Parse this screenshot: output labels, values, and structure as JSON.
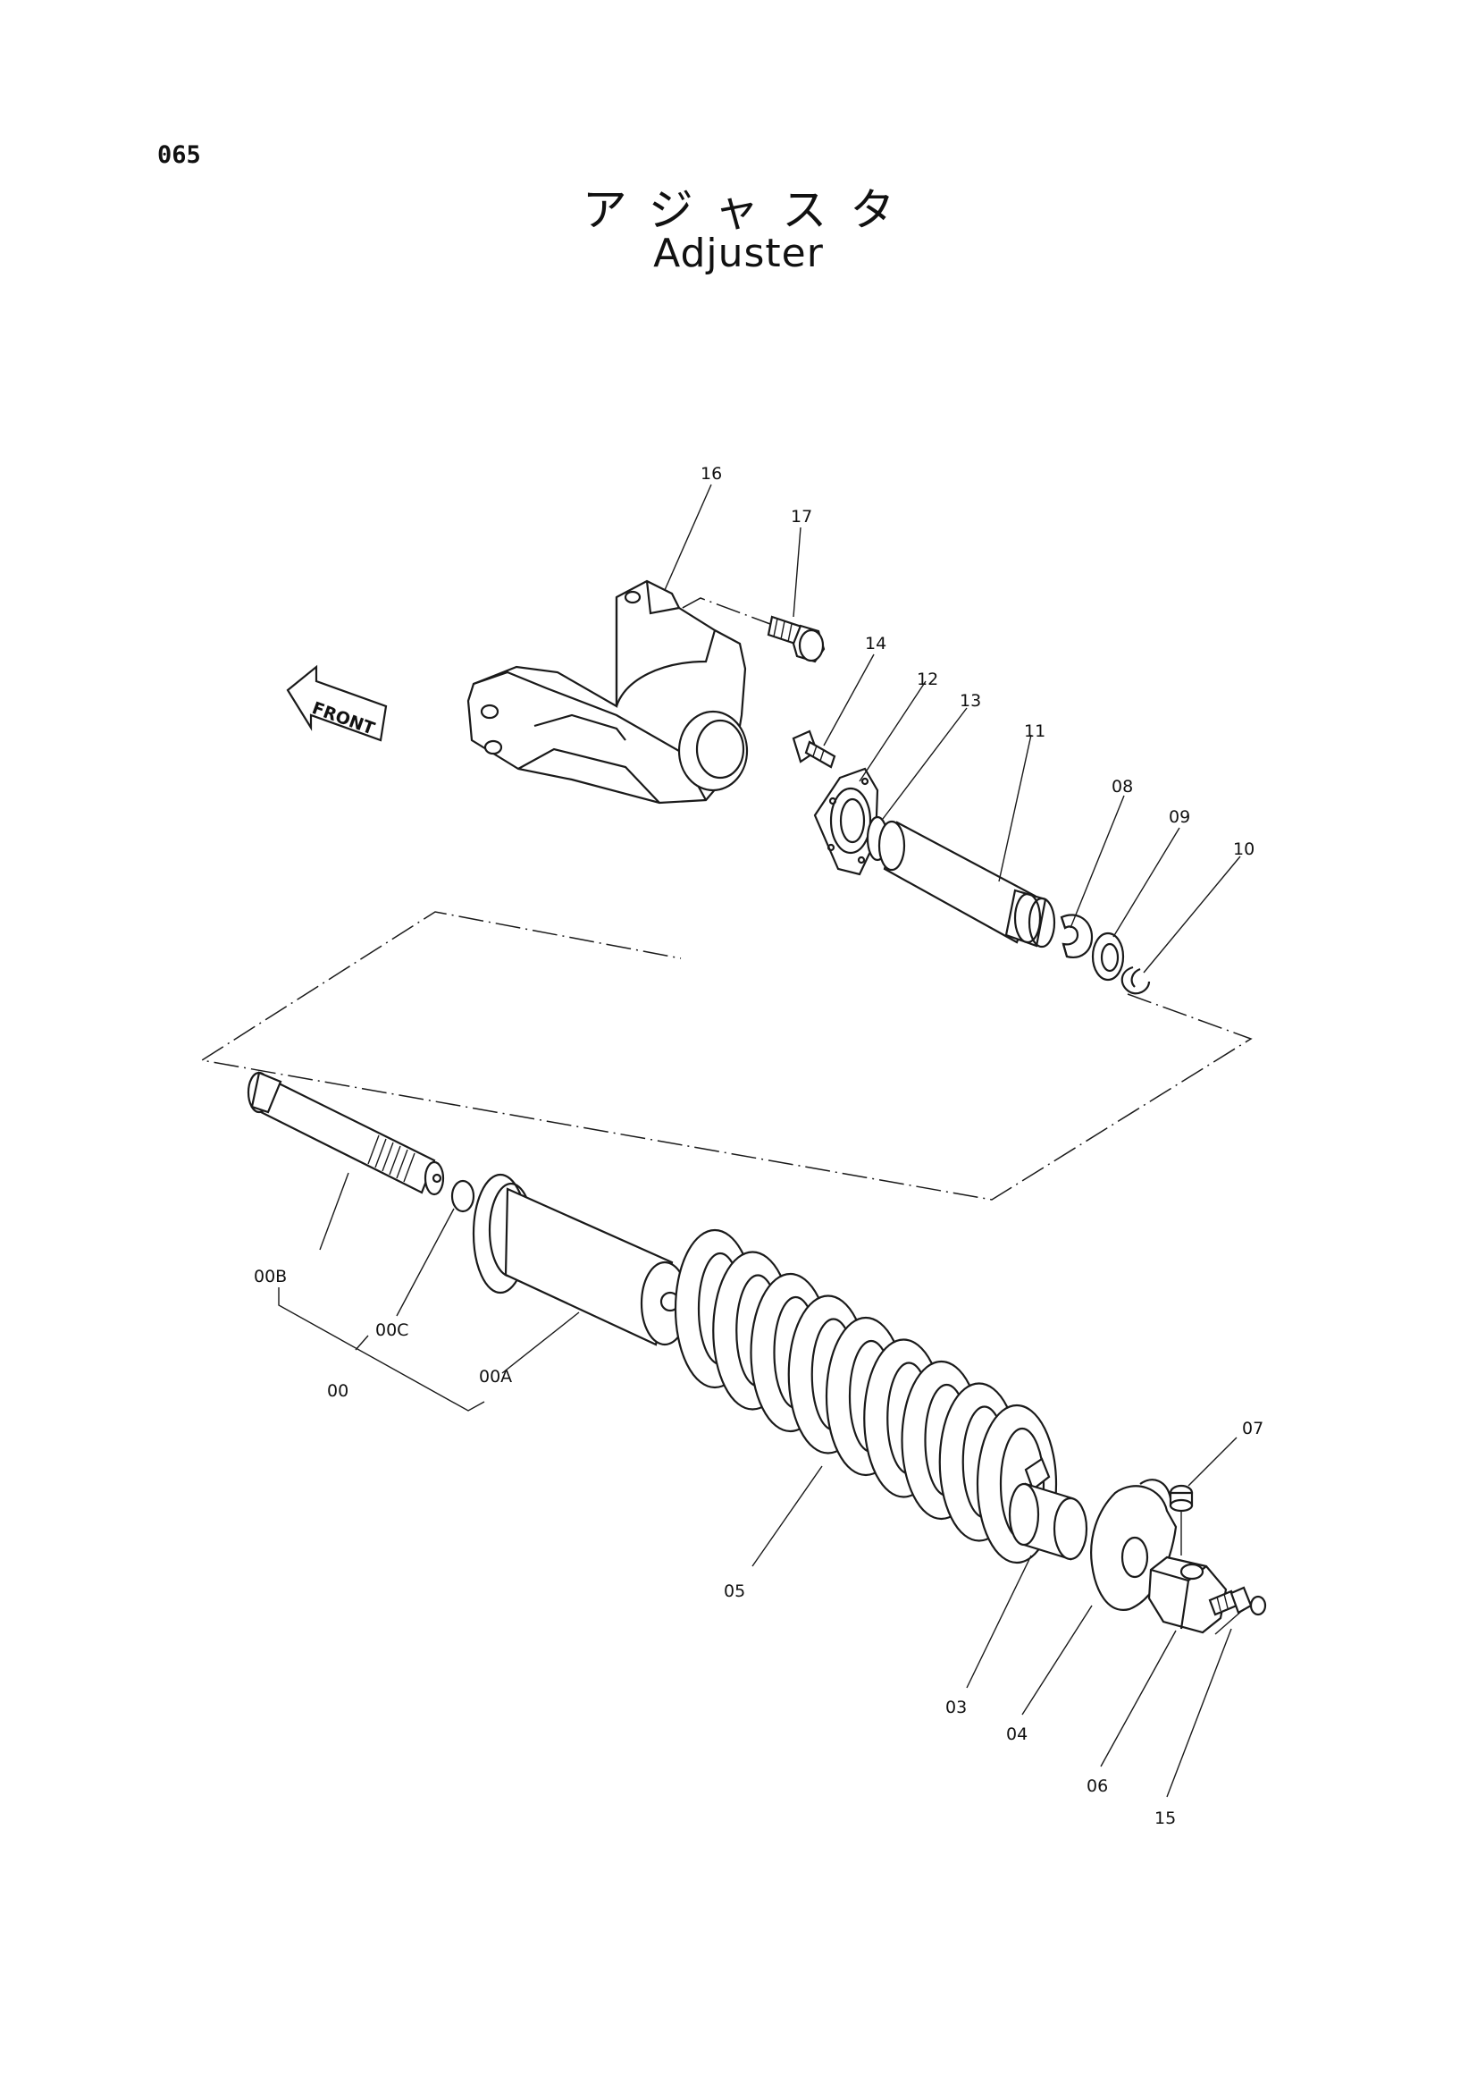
{
  "page_number": "065",
  "title_jp": "アジャスタ",
  "title_en": "Adjuster",
  "direction_label": "FRONT",
  "labels": {
    "p16": "16",
    "p17": "17",
    "p14": "14",
    "p12": "12",
    "p13": "13",
    "p11": "11",
    "p08": "08",
    "p09": "09",
    "p10": "10",
    "p00B": "00B",
    "p00C": "00C",
    "p00": "00",
    "p00A": "00A",
    "p07": "07",
    "p05": "05",
    "p03": "03",
    "p04": "04",
    "p06": "06",
    "p15": "15"
  }
}
